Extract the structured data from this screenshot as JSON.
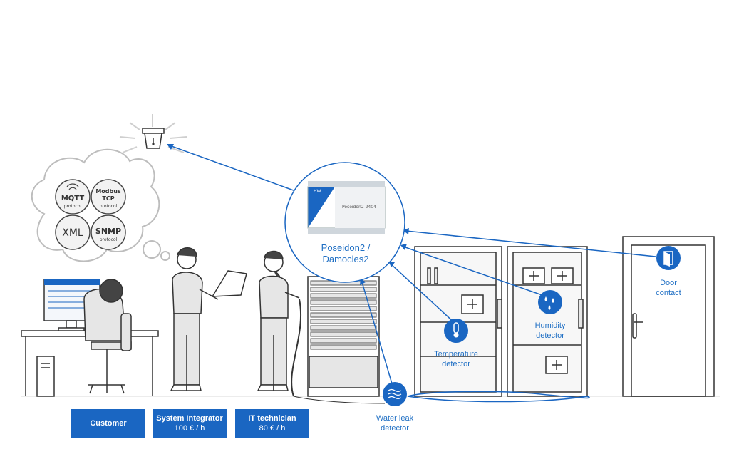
{
  "hub": {
    "title_line1": "Poseidon2 /",
    "title_line2": "Damocles2",
    "device_brand": "HW",
    "device_text": "Poseidon2 2404"
  },
  "protocols": [
    {
      "line1": "MQTT",
      "line2": "protocol"
    },
    {
      "line1": "Modbus",
      "line2": "TCP",
      "line3": "protocol"
    },
    {
      "line1": "XML"
    },
    {
      "line1": "SNMP",
      "line2": "protocol"
    }
  ],
  "sensors": {
    "temperature": {
      "line1": "Temperature",
      "line2": "detector",
      "icon": "thermometer-icon"
    },
    "humidity": {
      "line1": "Humidity",
      "line2": "detector",
      "icon": "droplets-icon"
    },
    "door": {
      "line1": "Door",
      "line2": "contact",
      "icon": "door-icon"
    },
    "water": {
      "line1": "Water leak",
      "line2": "detector",
      "icon": "waves-icon"
    }
  },
  "roles": [
    {
      "name": "Customer",
      "rate": ""
    },
    {
      "name": "System Integrator",
      "rate": "100 € / h"
    },
    {
      "name": "IT technician",
      "rate": "80 € / h"
    }
  ],
  "colors": {
    "accent": "#1a66c2",
    "line": "#333333",
    "shade": "#e6e6e6"
  }
}
